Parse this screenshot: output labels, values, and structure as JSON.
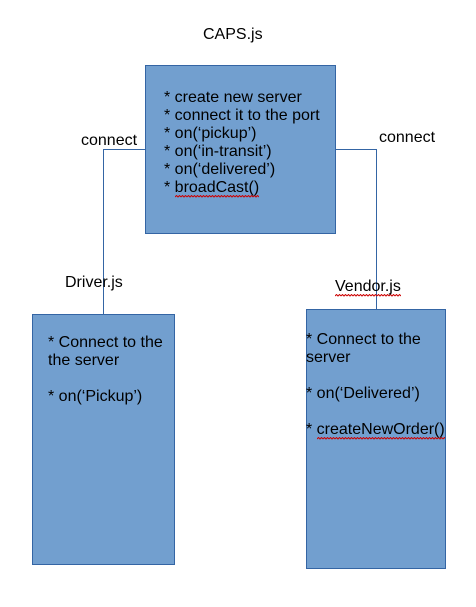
{
  "colors": {
    "box_fill": "#729fcf",
    "box_border": "#3465a4",
    "connector": "#3465a4",
    "spellcheck": "#cc0000"
  },
  "caps": {
    "title": "CAPS.js",
    "lines": [
      "* create new server",
      "* connect it to the port",
      "* on(‘pickup’)",
      "* on(‘in-transit’)",
      "* on(‘delivered’)",
      "* ",
      "broadCast()"
    ]
  },
  "connections": {
    "left_label": "connect",
    "right_label": "connect"
  },
  "driver": {
    "title": "Driver.js",
    "lines": [
      "* Connect to the",
      "the server",
      "* on(‘Pickup’)"
    ]
  },
  "vendor": {
    "title": "Vendor.js",
    "lines": [
      "* Connect to the",
      "server",
      "* on(‘Delivered’)",
      "* ",
      "createNewOrder()"
    ]
  }
}
